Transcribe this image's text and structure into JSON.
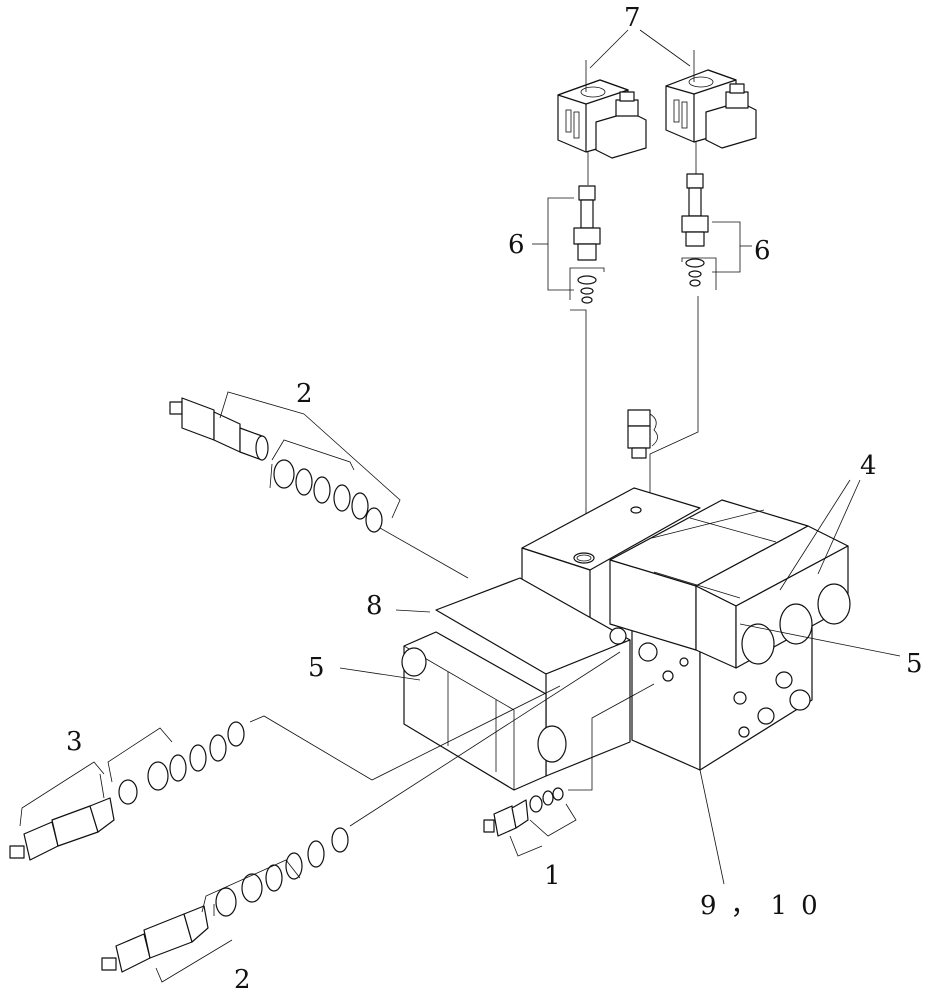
{
  "diagram": {
    "callouts": {
      "solenoid_coil": "7",
      "cartridge_left": "6",
      "cartridge_right": "6",
      "relief_valve_top": "2",
      "relief_valve_bottom": "2",
      "relief_valve_left": "3",
      "check_valve_small": "1",
      "cover_plates": "4",
      "block_left": "5",
      "block_right": "5",
      "top_plate": "8",
      "manifold_body": "9，10"
    }
  }
}
